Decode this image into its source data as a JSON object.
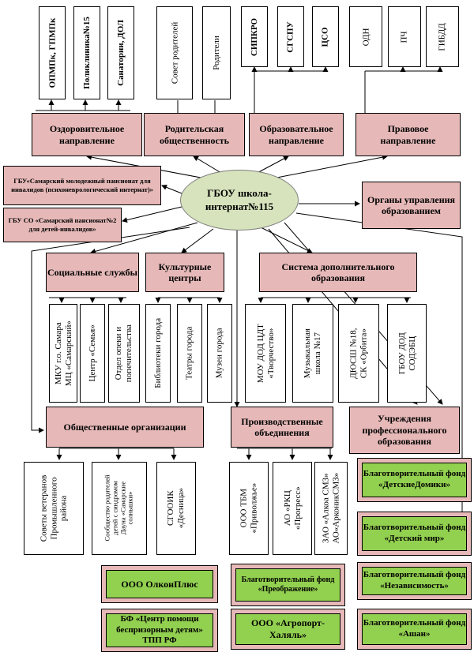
{
  "center": "ГБОУ школа-интернат№115",
  "directions": {
    "health": "Оздоровительное направление",
    "parents": "Родительская общественность",
    "education": "Образовательное направление",
    "legal": "Правовое направление"
  },
  "top_boxes": {
    "health": [
      "ОПМПк, ГПМПк",
      "Поликлиника№15",
      "Санатории, ДОЛ"
    ],
    "parents": [
      "Совет родителей",
      "Родители"
    ],
    "education": [
      "СИПКРО",
      "СГСПУ",
      "ЦСО"
    ],
    "legal": [
      "ОДН",
      "ПЧ",
      "ГИБДД"
    ]
  },
  "left_boxes": {
    "gbu1": "ГБУ«Самарский  молодежный пансионат для инвалидов (психоневрологический  интернат)»",
    "gbu2": "ГБУ СО «Самарский пансионат№2 для детей-инвалидов»"
  },
  "organs": "Органы управления образованием",
  "middle_heads": {
    "social": "Социальные службы",
    "culture": "Культурные центры",
    "additional": "Система дополнительного образования"
  },
  "middle_boxes": {
    "social": [
      "МКУ г.о. Самара\nМЦ «Самарский»",
      "Центр «Семья»",
      "Отдел опеки и\nпопечительства"
    ],
    "culture": [
      "Библиотеки города",
      "Театры города",
      "Музеи города"
    ],
    "additional": [
      "МОУ ДОД ЦДТ\n«Творчество»",
      "Музыкальная\nшкола №17",
      "ДЮСШ №18,\nСК «Орбита»",
      "ГБОУ ДОД\nСОДЭБЦ"
    ]
  },
  "lower_heads": {
    "public": "Общественные организации",
    "production": "Производственные объединения",
    "prof": "Учреждения профессионального образования"
  },
  "public_boxes": [
    "Советы ветеранов\nПромышленного\nрайона",
    "Сообщество родителей\nдетей с синдромом\nДауна «Самарские\nсолнышки»",
    "СГООИК\n«Десница»"
  ],
  "production_boxes": [
    "ООО ТБМ\n«Приволжье»",
    "АО «РКЦ\n«Прогресс»",
    "ЗАО «Алкоа СМЗ»\nАО«АрконикСМЗ»"
  ],
  "funds": [
    "Благотворительный фонд «ДетскиеДомики»",
    "Благотворительный фонд «Детский мир»",
    "Благотворительный фонд «Независимость»",
    "Благотворительный фонд «Ашан»"
  ],
  "bottom": {
    "olkon": "ООО ОлконПлюс",
    "bf_center": "БФ «Центр помощи беспризорным детям» ТПП РФ",
    "preobr": "Благотворительный фонд «Преображение»",
    "agroport": "ООО  «Агропорт-Халяль»"
  },
  "colors": {
    "pink": "#e6b9b8",
    "green": "#92d050",
    "ellipse": "#d6e3bc"
  }
}
